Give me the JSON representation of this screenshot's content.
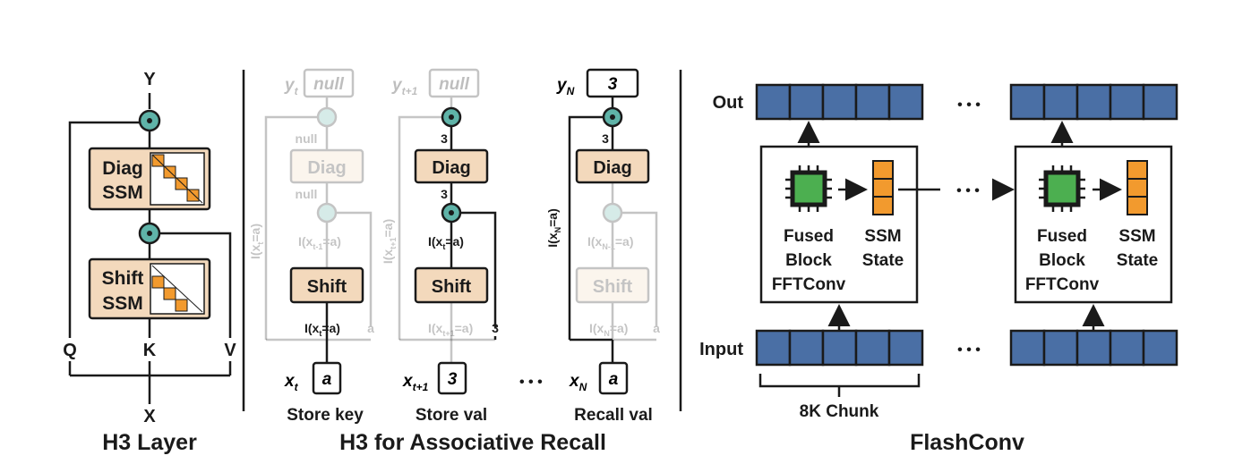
{
  "h3_layer": {
    "title": "H3 Layer",
    "output": "Y",
    "diag_label_1": "Diag",
    "diag_label_2": "SSM",
    "shift_label_1": "Shift",
    "shift_label_2": "SSM",
    "q": "Q",
    "k": "K",
    "v": "V",
    "input": "X"
  },
  "recall": {
    "title": "H3 for Associative Recall",
    "diag_label": "Diag",
    "shift_label": "Shift",
    "col1": {
      "caption": "Store key",
      "y_label": "y",
      "y_sub": "t",
      "out_val": "null",
      "above_diag": "null",
      "below_diag": "null",
      "gate_label": "I(x",
      "gate_sub": "t-1",
      "gate_end": "=a)",
      "side_label": "I(x",
      "side_sub": "t",
      "side_end": "=a)",
      "shift_out": "I(x",
      "shift_out_sub": "t",
      "shift_out_end": "=a)",
      "v_label": "a",
      "x_label": "x",
      "x_sub": "t",
      "x_val": "a"
    },
    "col2": {
      "caption": "Store val",
      "y_label": "y",
      "y_sub": "t+1",
      "out_val": "null",
      "above_diag": "3",
      "below_diag": "3",
      "gate_label": "I(x",
      "gate_sub": "t",
      "gate_end": "=a)",
      "side_label": "I(x",
      "side_sub": "t+1",
      "side_end": "=a)",
      "shift_out": "I(x",
      "shift_out_sub": "t+1",
      "shift_out_end": "=a)",
      "v_label": "3",
      "x_label": "x",
      "x_sub": "t+1",
      "x_val": "3"
    },
    "dots": "• • •",
    "col3": {
      "caption": "Recall val",
      "y_label": "y",
      "y_sub": "N",
      "out_val": "3",
      "above_diag": "3",
      "gate_label": "I(x",
      "gate_sub": "N-1",
      "gate_end": "=a)",
      "side_label": "I(x",
      "side_sub": "N",
      "side_end": "=a)",
      "shift_out": "I(x",
      "shift_out_sub": "N",
      "shift_out_end": "=a)",
      "v_label": "a",
      "x_label": "x",
      "x_sub": "N",
      "x_val": "a"
    }
  },
  "flashconv": {
    "title": "FlashConv",
    "out_label": "Out",
    "input_label": "Input",
    "dots": "• • •",
    "block_label_1": "Fused",
    "block_label_2": "Block",
    "block_label_3": "FFTConv",
    "state_label_1": "SSM",
    "state_label_2": "State",
    "chunk_label": "8K Chunk"
  },
  "colors": {
    "node": "#5fb3a8",
    "tan": "#f3d9bc",
    "orange": "#f29a2e",
    "blue": "#4a6fa5",
    "green": "#4caf50"
  }
}
